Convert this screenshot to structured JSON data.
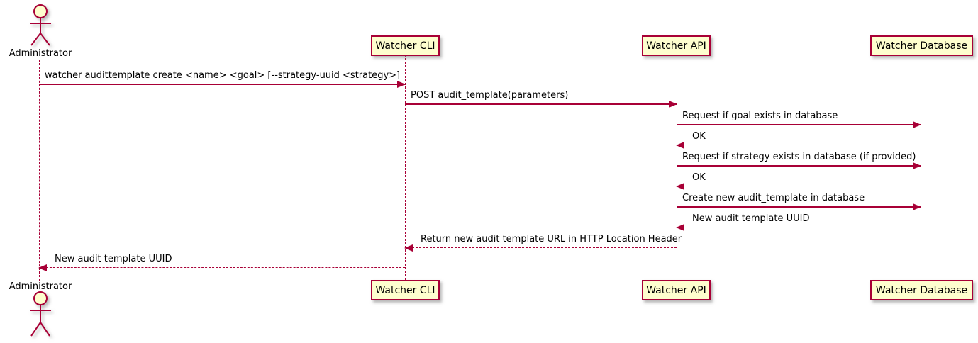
{
  "diagram": {
    "type": "sequence",
    "colors": {
      "participant_fill": "#FEFECE",
      "stroke": "#A80036",
      "text": "#000000",
      "background": "#FFFFFF"
    },
    "actor": {
      "label": "Administrator"
    },
    "participants": [
      {
        "label": "Watcher CLI"
      },
      {
        "label": "Watcher API"
      },
      {
        "label": "Watcher Database"
      }
    ],
    "messages": [
      {
        "label": "watcher audittemplate create <name> <goal> [--strategy-uuid <strategy>]",
        "from": "Administrator",
        "to": "Watcher CLI",
        "style": "solid"
      },
      {
        "label": "POST audit_template(parameters)",
        "from": "Watcher CLI",
        "to": "Watcher API",
        "style": "solid"
      },
      {
        "label": "Request if goal exists in database",
        "from": "Watcher API",
        "to": "Watcher Database",
        "style": "solid"
      },
      {
        "label": "OK",
        "from": "Watcher Database",
        "to": "Watcher API",
        "style": "dashed"
      },
      {
        "label": "Request if strategy exists in database (if provided)",
        "from": "Watcher API",
        "to": "Watcher Database",
        "style": "solid"
      },
      {
        "label": "OK",
        "from": "Watcher Database",
        "to": "Watcher API",
        "style": "dashed"
      },
      {
        "label": "Create new audit_template in database",
        "from": "Watcher API",
        "to": "Watcher Database",
        "style": "solid"
      },
      {
        "label": "New audit template UUID",
        "from": "Watcher Database",
        "to": "Watcher API",
        "style": "dashed"
      },
      {
        "label": "Return new audit template URL in HTTP Location Header",
        "from": "Watcher API",
        "to": "Watcher CLI",
        "style": "dashed"
      },
      {
        "label": "New audit template UUID",
        "from": "Watcher CLI",
        "to": "Administrator",
        "style": "dashed"
      }
    ]
  }
}
